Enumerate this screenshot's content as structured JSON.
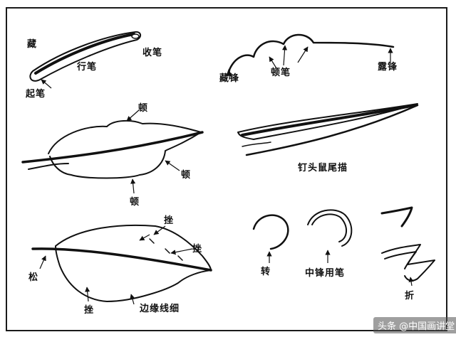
{
  "labels": {
    "cang": "藏",
    "shoubi": "收笔",
    "xingbi": "行笔",
    "qibi": "起笔",
    "cangfeng": "藏锋",
    "dunbi": "顿笔",
    "lufeng": "露锋",
    "dun_top": "顿",
    "dun_right": "顿",
    "dun_bottom": "顿",
    "dingtou": "钉头鼠尾描",
    "cuo_top": "挫",
    "cuo_right": "挫",
    "song": "松",
    "cuo_bottom": "挫",
    "bianyuan": "边缘线细",
    "zhuan": "转",
    "zhongfeng": "中锋用笔",
    "zhe": "折"
  },
  "watermark": "头条 @中国画讲堂",
  "colors": {
    "ink": "#111111",
    "background": "#ffffff"
  }
}
